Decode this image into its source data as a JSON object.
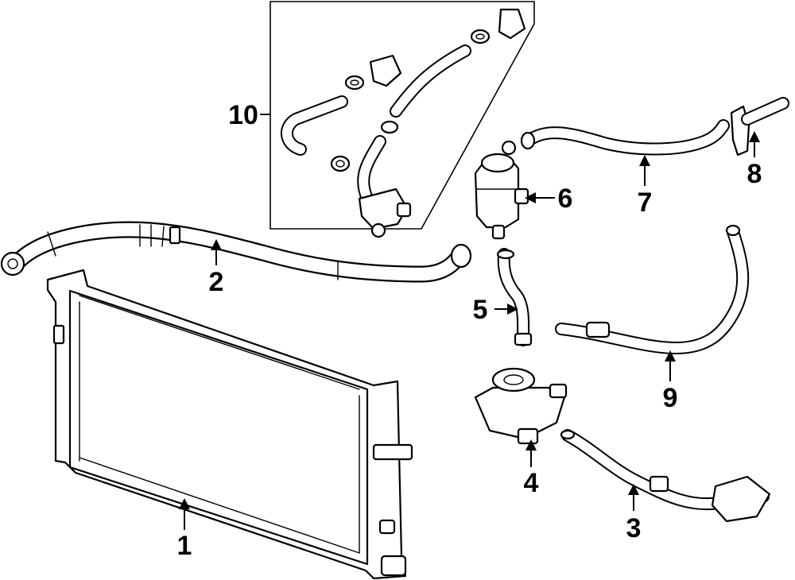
{
  "callouts": {
    "c1": "1",
    "c2": "2",
    "c3": "3",
    "c4": "4",
    "c5": "5",
    "c6": "6",
    "c7": "7",
    "c8": "8",
    "c9": "9",
    "c10": "10"
  },
  "icons": {
    "radiator": "radiator-icon",
    "upper_hose": "upper-radiator-hose-icon",
    "lower_hose": "lower-hose-icon",
    "water_pump": "water-pump-icon",
    "small_hose": "bypass-hose-icon",
    "reservoir": "coolant-reservoir-icon",
    "overflow_hose": "overflow-hose-icon",
    "bracket": "hose-bracket-icon",
    "heater_hose": "heater-hose-icon",
    "hose_kit": "hose-kit-icon"
  }
}
